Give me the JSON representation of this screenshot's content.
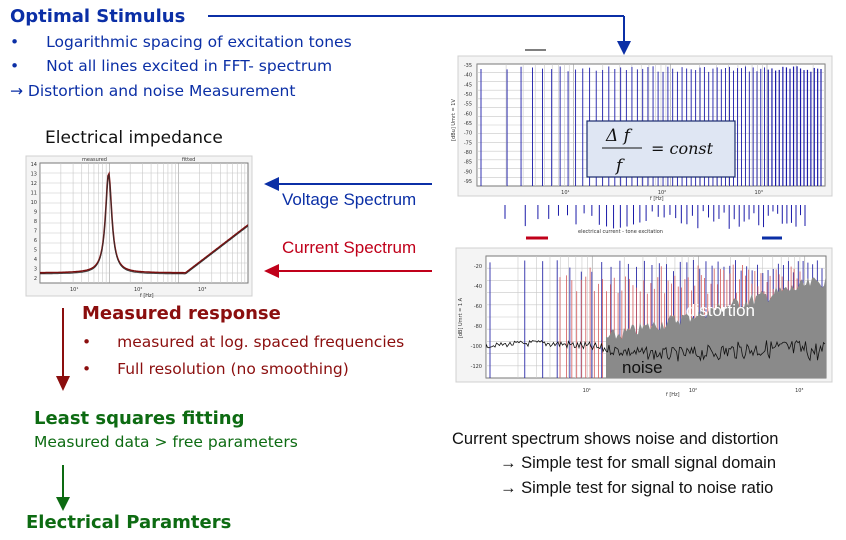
{
  "stimulus": {
    "title": "Optimal Stimulus",
    "bullets": [
      "Logarithmic spacing of excitation tones",
      "Not all lines excited in FFT- spectrum"
    ],
    "conclusion": "→ Distortion and noise Measurement"
  },
  "impedance": {
    "title": "Electrical impedance"
  },
  "voltage_label": "Voltage Spectrum",
  "current_label": "Current Spectrum",
  "measured": {
    "title": "Measured response",
    "bullets": [
      "measured at log. spaced frequencies",
      "Full resolution (no smoothing)"
    ]
  },
  "least_squares": {
    "title": "Least squares fitting",
    "sub": "Measured data > free parameters"
  },
  "electrical": {
    "title": "Electrical Paramters"
  },
  "formula": {
    "num": "Δ f",
    "den": "f",
    "rhs": "=  const"
  },
  "current_plot": {
    "distortion": "distortion",
    "noise": "noise"
  },
  "summary": {
    "line1": "Current spectrum shows noise and distortion",
    "line2": "→ Simple test for small signal domain",
    "line3": "→ Simple test for signal to noise ratio"
  },
  "colors": {
    "blue": "#0b2fa6",
    "dark_red": "#8b0e0e",
    "red": "#c0001a",
    "green": "#0d6b12"
  }
}
